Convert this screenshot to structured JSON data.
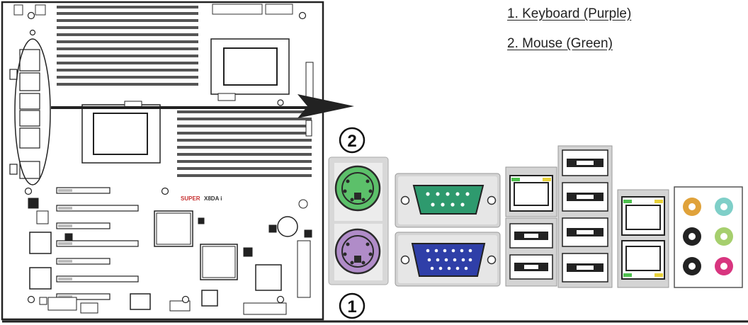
{
  "legend": {
    "items": [
      {
        "number": "1",
        "label": "1. Keyboard (Purple)"
      },
      {
        "number": "2",
        "label": "2. Mouse (Green)"
      }
    ]
  },
  "board": {
    "brand": "SUPER",
    "model": "X8DA i"
  },
  "callouts": {
    "keyboard_number": "1",
    "mouse_number": "2"
  },
  "colors": {
    "keyboard": "#b08cc8",
    "mouse": "#5cc06a",
    "serial": "#2e9a6e",
    "vga": "#2f3fa8",
    "audio_orange": "#e0a23a",
    "audio_teal": "#7fcfc8",
    "audio_green": "#a6cf6e",
    "audio_pink": "#d8357f",
    "audio_black": "#222222",
    "lan_led_green": "#4ec04e",
    "lan_led_yellow": "#e8d23a"
  }
}
